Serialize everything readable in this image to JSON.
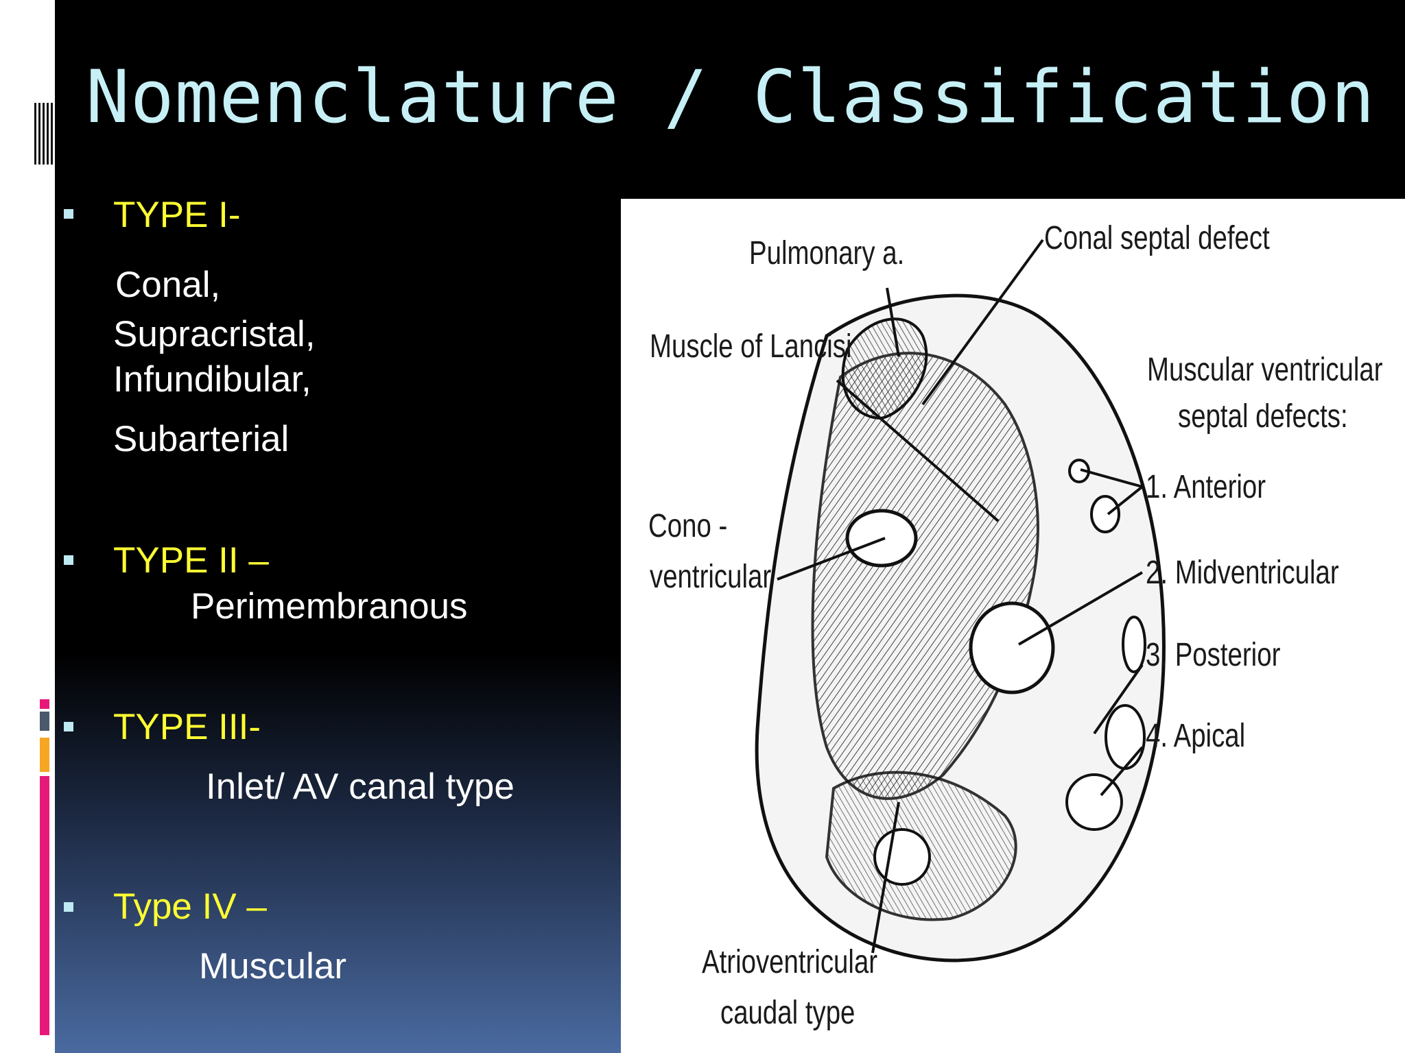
{
  "slide": {
    "title": "Nomenclature / Classification"
  },
  "types": [
    {
      "heading": "TYPE I-",
      "lines": [
        "Conal,",
        "Supracristal,",
        "Infundibular,",
        "Subarterial"
      ]
    },
    {
      "heading": "TYPE II –",
      "lines": [
        "Perimembranous"
      ]
    },
    {
      "heading": "TYPE III-",
      "lines": [
        "Inlet/ AV canal type"
      ]
    },
    {
      "heading": "Type IV –",
      "lines": [
        "Muscular"
      ]
    }
  ],
  "figure": {
    "labels": {
      "pulmonary": "Pulmonary a.",
      "conal_septal": "Conal septal defect",
      "lancisi": "Muscle of Lancisi",
      "muscular_vsd_1": "Muscular ventricular",
      "muscular_vsd_2": "septal defects:",
      "anterior": "1. Anterior",
      "midventricular": "2. Midventricular",
      "posterior": "3. Posterior",
      "apical": "4. Apical",
      "cono_1": "Cono -",
      "cono_2": "ventricular",
      "atrio_1": "Atrioventricular",
      "atrio_2": "caudal type"
    }
  },
  "colors": {
    "title": "#c7f0f6",
    "heading": "#ffff33",
    "body_text": "#ffffff",
    "accent_pink": "#e6197a",
    "accent_orange": "#f5a623",
    "accent_gray": "#4a5a6a"
  }
}
